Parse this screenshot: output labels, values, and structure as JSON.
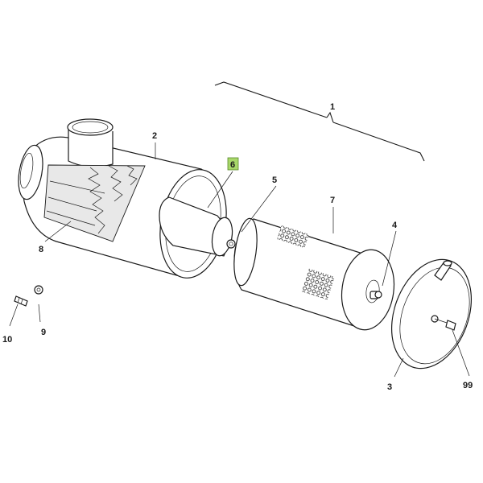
{
  "colors": {
    "line": "#1a1a1a",
    "highlight": "#a8d86a",
    "background": "#ffffff"
  },
  "callouts": {
    "c1": "1",
    "c2": "2",
    "c3": "3",
    "c4": "4",
    "c5": "5",
    "c6": "6",
    "c7": "7",
    "c8": "8",
    "c9": "9",
    "c10": "10",
    "c99": "99"
  },
  "highlighted_callout": "6"
}
